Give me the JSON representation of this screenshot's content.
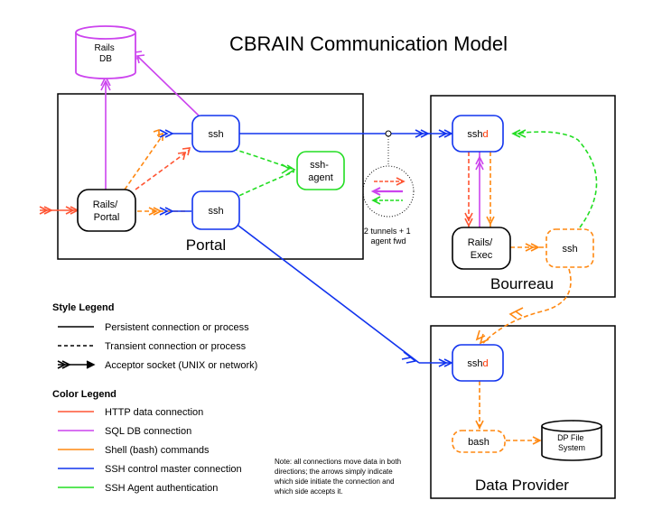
{
  "title": "CBRAIN Communication Model",
  "regions": {
    "portal": "Portal",
    "bourreau": "Bourreau",
    "data_provider": "Data Provider"
  },
  "nodes": {
    "rails_db": "Rails DB",
    "rails_portal": "Rails/ Portal",
    "ssh_top": "ssh",
    "ssh_bottom": "ssh",
    "ssh_agent": "ssh- agent",
    "sshd_bourreau_pre": "ssh",
    "sshd_bourreau_d": "d",
    "rails_exec": "Rails/ Exec",
    "ssh_bourreau": "ssh",
    "sshd_dp_pre": "ssh",
    "sshd_dp_d": "d",
    "bash": "bash",
    "dp_fs": "DP File System"
  },
  "tunnel_note": "2 tunnels + 1 agent fwd",
  "style_legend": {
    "heading": "Style Legend",
    "items": [
      {
        "label": "Persistent connection or process",
        "style": "solid"
      },
      {
        "label": "Transient connection or process",
        "style": "dashed"
      },
      {
        "label": "Acceptor socket (UNIX or network)",
        "style": "acceptor"
      }
    ]
  },
  "color_legend": {
    "heading": "Color Legend",
    "items": [
      {
        "label": "HTTP data connection",
        "color": "#ff5533"
      },
      {
        "label": "SQL DB connection",
        "color": "#cc44ee"
      },
      {
        "label": "Shell (bash) commands",
        "color": "#ff8811"
      },
      {
        "label": "SSH control master connection",
        "color": "#1133ee"
      },
      {
        "label": "SSH Agent authentication",
        "color": "#22dd22"
      }
    ]
  },
  "note": [
    "Note: all connections move data in both",
    "directions; the arrows simply indicate",
    "which side initiate the connection and",
    "which side accepts it."
  ],
  "colors": {
    "http": "#ff5533",
    "sql": "#cc44ee",
    "shell": "#ff8811",
    "ssh_master": "#1133ee",
    "ssh_agent": "#22dd22",
    "sshd_d": "#ff3300"
  }
}
